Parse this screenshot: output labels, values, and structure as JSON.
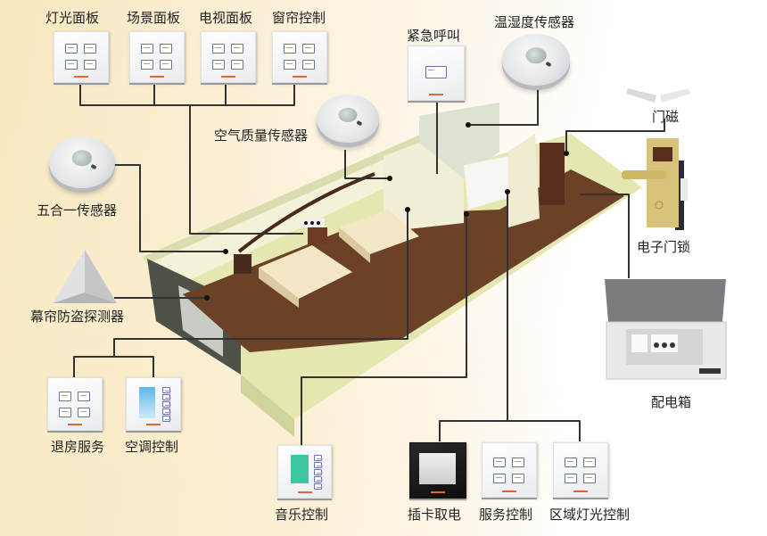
{
  "diagram": {
    "title": "Hotel guest-room smart control system",
    "devices": {
      "light_panel": "灯光面板",
      "scene_panel": "场景面板",
      "tv_panel": "电视面板",
      "curtain_control": "窗帘控制",
      "emergency_call": "紧急呼叫",
      "temp_humidity_sensor": "温湿度传感器",
      "air_quality_sensor": "空气质量传感器",
      "five_in_one_sensor": "五合一传感器",
      "curtain_intrusion_detector": "幕帘防盗探测器",
      "checkout_service": "退房服务",
      "ac_control": "空调控制",
      "music_control": "音乐控制",
      "card_power": "插卡取电",
      "service_control": "服务控制",
      "zone_light_control": "区域灯光控制",
      "door_magnet": "门磁",
      "electronic_lock": "电子门锁",
      "distribution_box": "配电箱"
    },
    "colors": {
      "wire": "#333333",
      "brand_accent": "#e0672d",
      "floor": "#6b4128",
      "wall": "#eef0c8"
    }
  }
}
